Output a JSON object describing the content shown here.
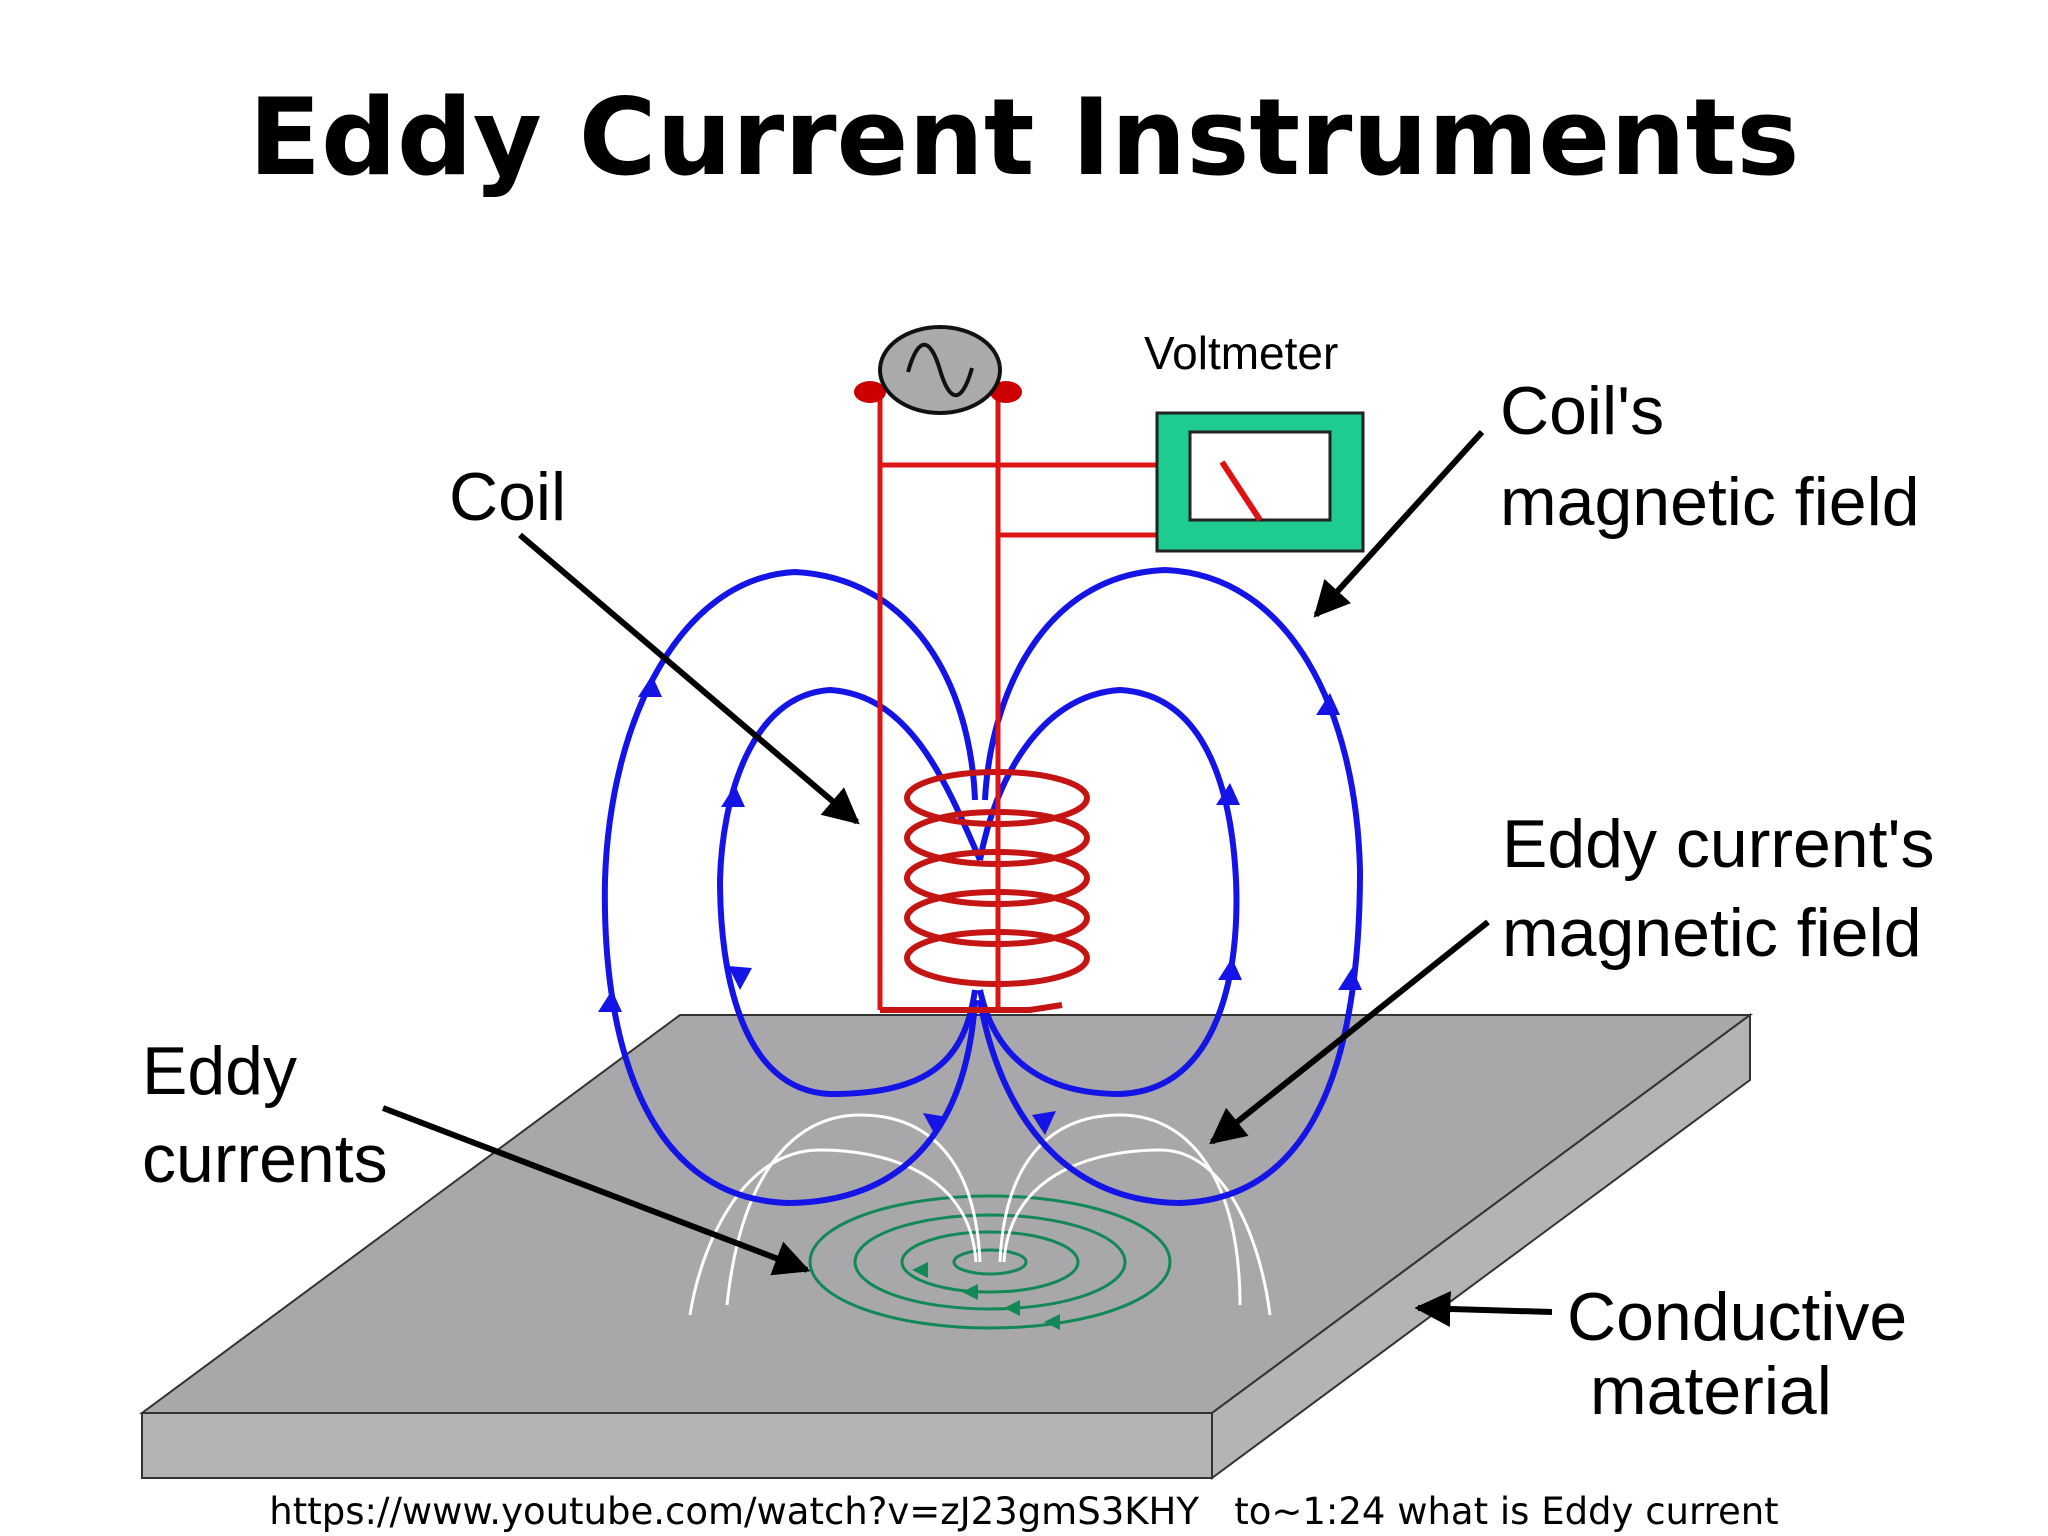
{
  "title": "Eddy Current Instruments",
  "labels": {
    "voltmeter": "Voltmeter",
    "coil": "Coil",
    "coil_field_l1": "Coil's",
    "coil_field_l2": "magnetic field",
    "eddy_field_l1": "Eddy current's",
    "eddy_field_l2": "magnetic field",
    "eddy_l1": "Eddy",
    "eddy_l2": "currents",
    "conductive_l1": "Conductive",
    "conductive_l2": "material"
  },
  "source_caption": "https://www.youtube.com/watch?v=zJ23gmS3KHY   to~1:24 what is Eddy current",
  "colors": {
    "field_lines": "#1414e6",
    "coil_wire": "#c41414",
    "plate_top": "#a8a8aa",
    "plate_side": "#b4b4b6",
    "meter": "#1fcc8f",
    "eddy_currents": "#118855",
    "eddy_field": "#ffffff"
  }
}
